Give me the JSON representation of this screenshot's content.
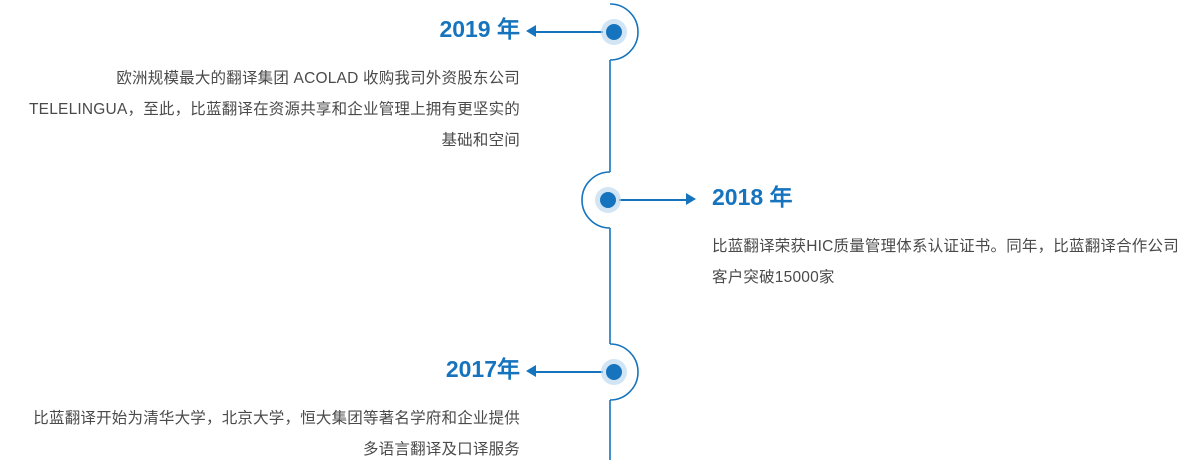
{
  "theme": {
    "accent_color": "#1574bd",
    "dot_halo_color": "#b9d7ee",
    "body_text_color": "#4a4a4a",
    "background_color": "#ffffff"
  },
  "timeline": {
    "orientation": "vertical",
    "events": [
      {
        "id": "event-2019",
        "year_label": "2019 年",
        "year_value": "2019",
        "side": "left",
        "arrow_direction": "left",
        "bulge_direction": "right",
        "description": "欧洲规模最大的翻译集团   ACOLAD   收购我司外资股东公司TELELINGUA，至此，比蓝翻译在资源共享和企业管理上拥有更坚实的基础和空间"
      },
      {
        "id": "event-2018",
        "year_label": "2018 年",
        "year_value": "2018",
        "side": "right",
        "arrow_direction": "right",
        "bulge_direction": "left",
        "description": "比蓝翻译荣获HIC质量管理体系认证证书。同年，比蓝翻译合作公司客户突破15000家"
      },
      {
        "id": "event-2017",
        "year_label": "2017年",
        "year_value": "2017",
        "side": "left",
        "arrow_direction": "left",
        "bulge_direction": "right",
        "description": "比蓝翻译开始为清华大学，北京大学，恒大集团等著名学府和企业提供多语言翻译及口译服务"
      }
    ]
  }
}
